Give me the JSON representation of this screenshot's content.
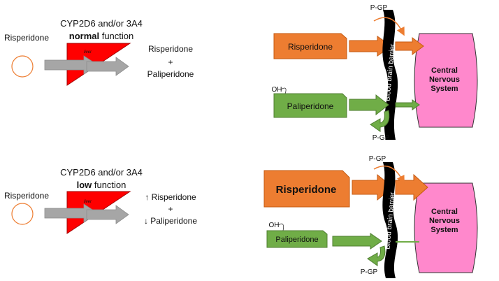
{
  "top_panel": {
    "drug_label": "Risperidone",
    "enzyme_line1": "CYP2D6 and/or 3A4",
    "enzyme_bold": "normal",
    "enzyme_suffix": " function",
    "liver_label": "liver",
    "product_1": "Risperidone",
    "plus": "+",
    "product_2": "Paliperidone",
    "bbb_drug_1": "Risperidone",
    "bbb_drug_2": "Paliperidone",
    "oh_label": "OH",
    "pgp_top": "P-GP",
    "pgp_bottom": "P-GP",
    "barrier_label": "Blood brain barrier",
    "cns_line1": "Central",
    "cns_line2": "Nervous",
    "cns_line3": "System"
  },
  "bottom_panel": {
    "drug_label": "Risperidone",
    "enzyme_line1": "CYP2D6 and/or 3A4",
    "enzyme_bold": "low",
    "enzyme_suffix": " function",
    "liver_label": "liver",
    "product_1": "↑ Risperidone",
    "plus": "+",
    "product_2": "↓ Paliperidone",
    "bbb_drug_1": "Risperidone",
    "bbb_drug_2": "Paliperidone",
    "oh_label": "OH",
    "pgp_top": "P-GP",
    "pgp_bottom": "P-GP",
    "barrier_label": "Blood brain barrier",
    "cns_line1": "Central",
    "cns_line2": "Nervous",
    "cns_line3": "System"
  },
  "colors": {
    "orange": "#ED7D31",
    "green": "#70AD47",
    "pink": "#FF88CC",
    "liver_red": "#FF0000",
    "gray_arrow": "#A6A6A6",
    "barrier": "#000000"
  }
}
